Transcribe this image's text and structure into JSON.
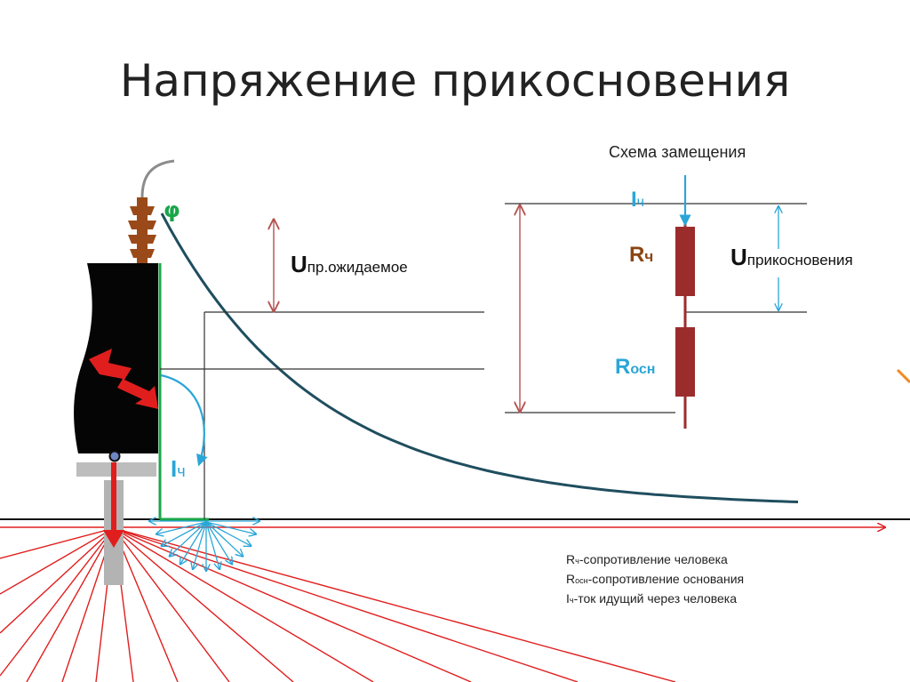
{
  "title": "Напряжение прикосновения",
  "scheme_title": "Схема замещения",
  "phi": "φ",
  "u_expected": {
    "big": "U",
    "sub": "пр.ожидаемое"
  },
  "u_touch": {
    "big": "U",
    "sub": "прикосновения"
  },
  "i_h_left": {
    "big": "I",
    "sub": "ч"
  },
  "i_h_scheme": {
    "big": "I",
    "sub": "ч"
  },
  "r_h": {
    "big": "R",
    "sub": "ч"
  },
  "r_osn": {
    "big": "R",
    "sub": "осн"
  },
  "legend": [
    {
      "sym": "R",
      "sub": "ч",
      "text": "-сопротивление человека"
    },
    {
      "sym": "R",
      "sub": "осн",
      "text": "-сопротивление основания"
    },
    {
      "sym": "I",
      "sub": "ч",
      "text": "-ток идущий через человека"
    }
  ],
  "colors": {
    "curve": "#1f4e5f",
    "spread": "#e01e1e",
    "current_blue": "#2aa6d8",
    "resistor": "#9b2c2c",
    "dim_arrow": "#b5514f",
    "bushing": "#9a4a18",
    "green_line": "#1aa64a",
    "rh_label": "#8b4513"
  },
  "icons": [
    "lightning-bolt-icon",
    "ground-current-arrow-icon",
    "insulator-icon"
  ]
}
